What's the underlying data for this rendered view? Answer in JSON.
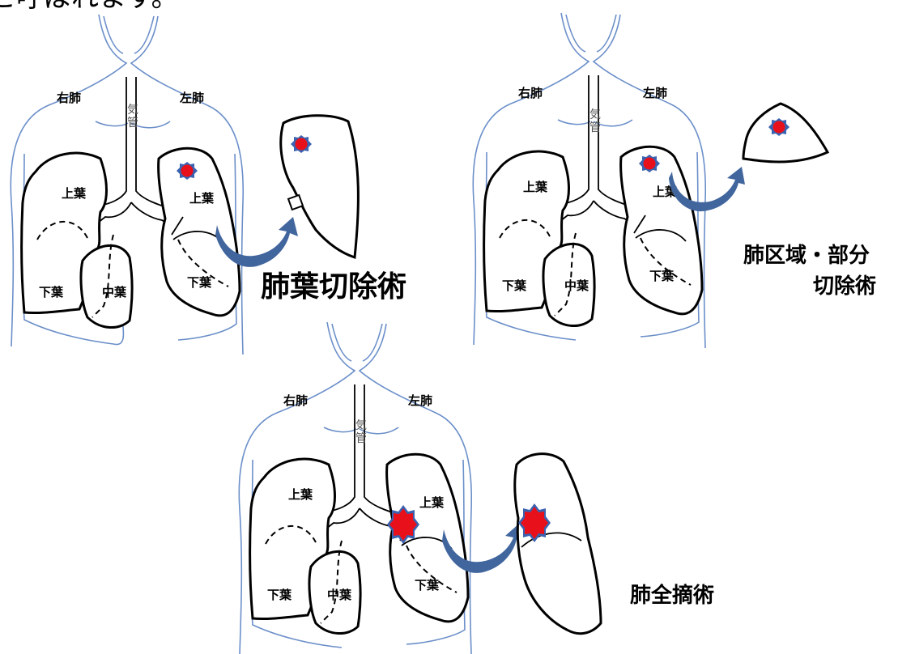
{
  "header_fragment": "と呼ばれます。",
  "diagrams": [
    {
      "title": "肺葉切除術",
      "right_lung_label": "右肺",
      "left_lung_label": "左肺",
      "trachea_label": "気管",
      "right_upper": "上葉",
      "right_middle": "中葉",
      "right_lower": "下葉",
      "left_upper": "上葉",
      "left_lower": "下葉"
    },
    {
      "title_line1": "肺区域・部分",
      "title_line2": "切除術",
      "right_lung_label": "右肺",
      "left_lung_label": "左肺",
      "trachea_label": "気管",
      "right_upper": "上葉",
      "right_middle": "中葉",
      "right_lower": "下葉",
      "left_upper": "上葉",
      "left_lower": "下葉"
    },
    {
      "title": "肺全摘術",
      "right_lung_label": "右肺",
      "left_lung_label": "左肺",
      "trachea_label": "気管",
      "right_upper": "上葉",
      "right_middle": "中葉",
      "right_lower": "下葉",
      "left_upper": "上葉",
      "left_lower": "下葉"
    }
  ],
  "colors": {
    "body_outline": "#6b8fc9",
    "arrow": "#41669e",
    "tumor": "#e8101a",
    "tumor_outline": "#3b62b0"
  }
}
